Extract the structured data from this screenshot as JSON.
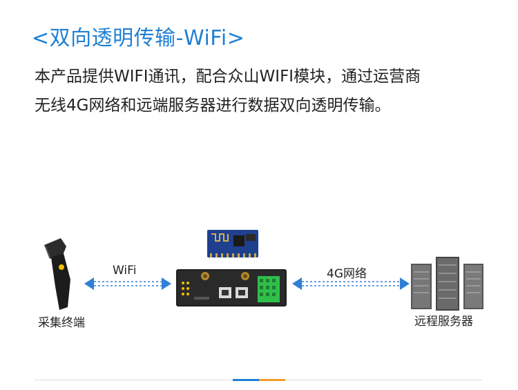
{
  "title": "<双向透明传输-WiFi>",
  "description": {
    "line1": "本产品提供WIFI通讯，配合众山WIFI模块，通过运营商",
    "line2": "无线4G网络和远端服务器进行数据双向透明传输。"
  },
  "diagram": {
    "left_device_label": "采集终端",
    "left_link_label": "WiFi",
    "right_link_label": "4G网络",
    "right_device_label": "远程服务器"
  },
  "colors": {
    "title": "#1f7fd3",
    "arrow": "#2f7fd6",
    "accent_blue": "#1f7fd3",
    "accent_orange": "#f39a2b",
    "terminal_green": "#2fbf4a"
  }
}
